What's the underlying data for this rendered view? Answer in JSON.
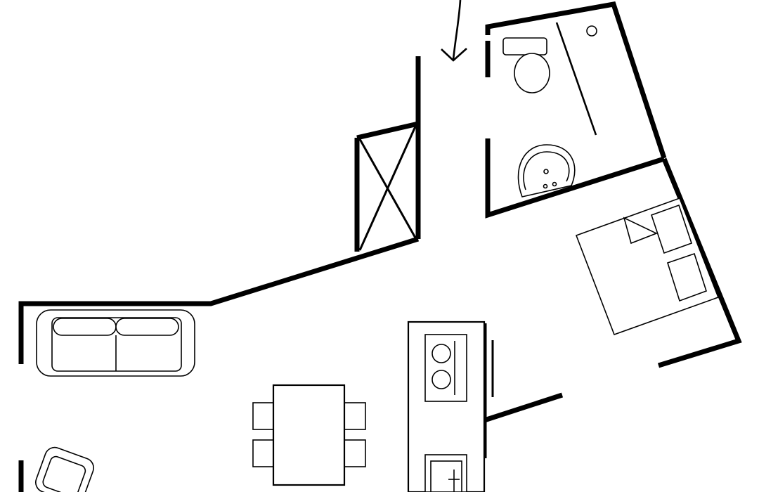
{
  "diagram": {
    "type": "floor-plan",
    "background_color": "#ffffff",
    "line_color": "#000000",
    "rooms": [
      "bathroom",
      "bedroom",
      "kitchen",
      "living-room",
      "dining-area",
      "entry"
    ],
    "fixtures": [
      "entry-arrow-icon",
      "toilet-icon",
      "shower-icon",
      "washbasin-icon",
      "double-bed-icon",
      "sofa-icon",
      "dining-table-icon",
      "armchair-icon",
      "cooktop-icon",
      "kitchen-sink-icon",
      "closet-x-icon"
    ]
  }
}
